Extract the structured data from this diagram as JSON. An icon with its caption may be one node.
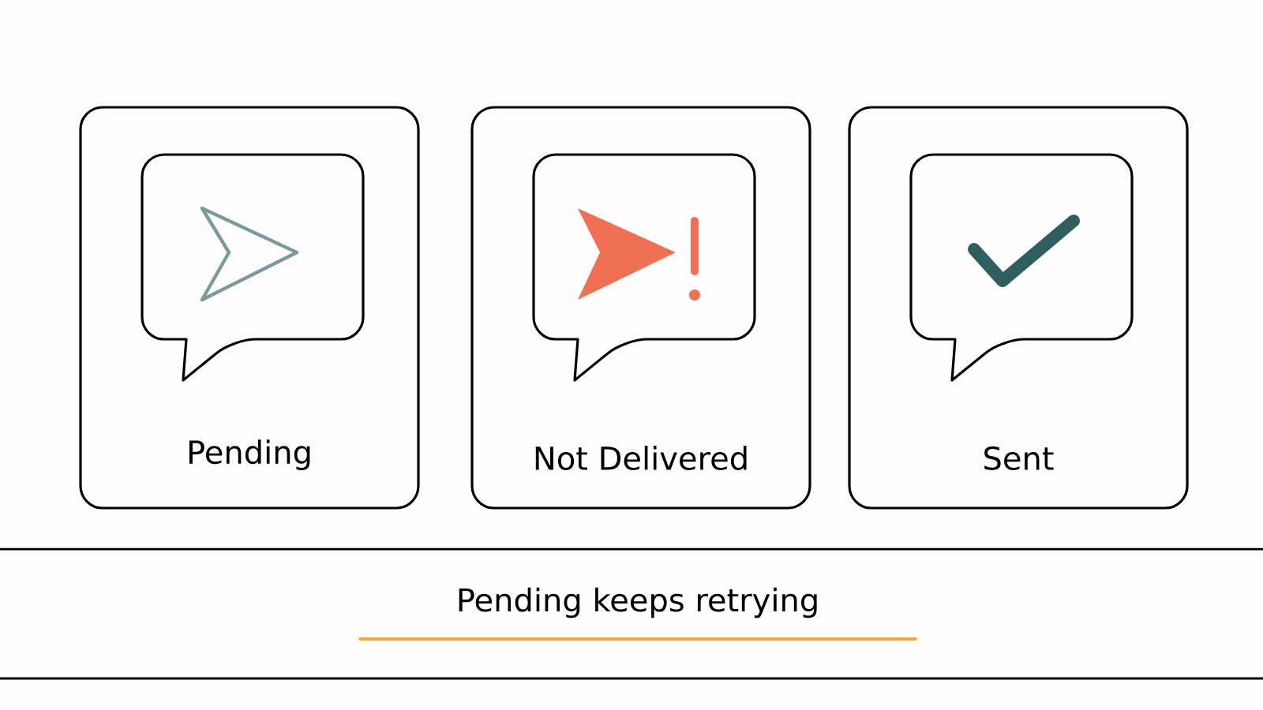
{
  "diagram": {
    "caption": "Pending keeps retrying",
    "nodes": [
      {
        "text": [
          "Pending"
        ]
      },
      {
        "text": [
          "Not Delivered"
        ]
      },
      {
        "text": [
          "Sent"
        ]
      }
    ]
  }
}
